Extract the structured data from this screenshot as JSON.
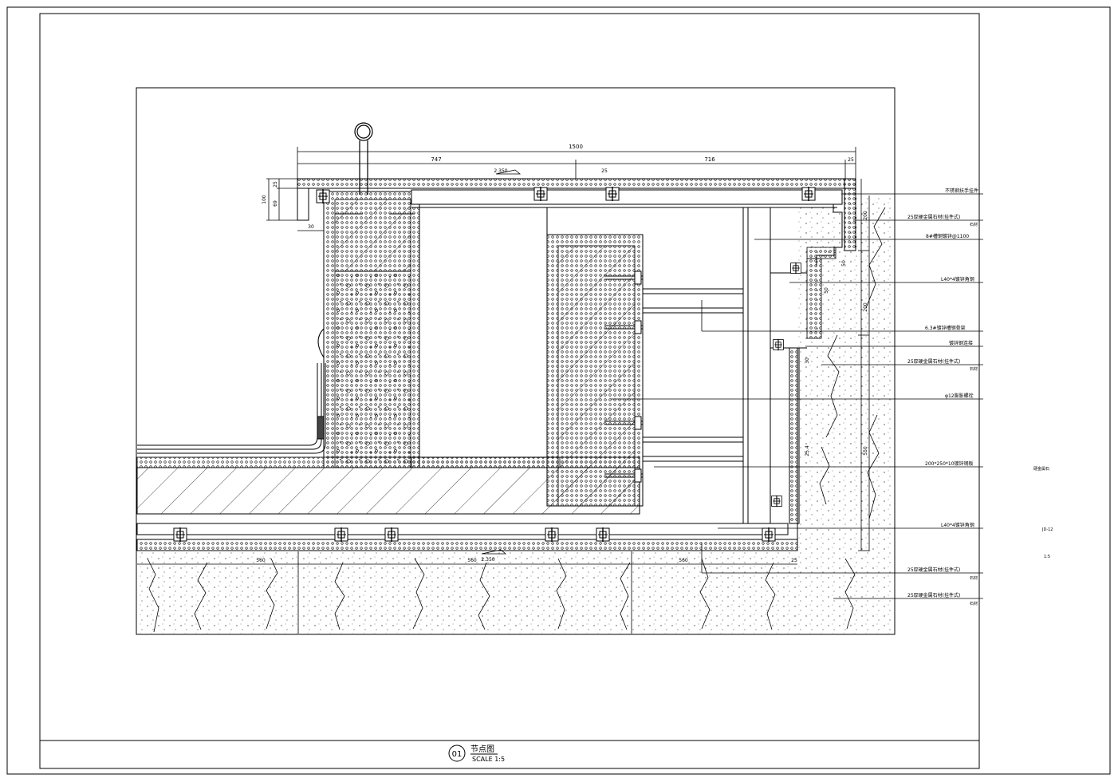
{
  "title_block": {
    "number": "01",
    "title": "节点图",
    "scale": "SCALE  1:5"
  },
  "dimensions": {
    "overall": "1500",
    "left_span": "747",
    "right_span": "716",
    "right_edge": "25",
    "gap_mid": "25",
    "level_top": "2.350",
    "level_bottom": "2.350",
    "v_total": "100",
    "v_part1": "25",
    "v_part2": "69",
    "left_offset": "30",
    "bottom_a": "560",
    "bottom_b": "560",
    "bottom_c": "560",
    "bottom_edge": "25",
    "right_v1": "200",
    "right_v2": "200",
    "right_v3": "550",
    "small_50a": "50",
    "small_50b": "50",
    "small_30": "30",
    "mid_v": "25.4"
  },
  "labels": [
    "不锈钢扶手挂件",
    "25厚硬金属石材(挂件式)",
    "8#槽钢镀锌@1100",
    "L40*4镀锌角钢",
    "6.3#镀锌槽钢骨架",
    "镀锌钢连接",
    "25厚硬金属石材(挂件式)",
    "φ12膨胀螺栓",
    "200*250*10镀锌钢板",
    "L40*4镀锌角钢",
    "25厚硬金属石材(挂件式)",
    "25厚硬金属石材(挂件式)"
  ],
  "label_suffix": "石材",
  "side_notes": {
    "note1": "硬金属石",
    "note2": "JD-12",
    "note3": "1:5"
  }
}
